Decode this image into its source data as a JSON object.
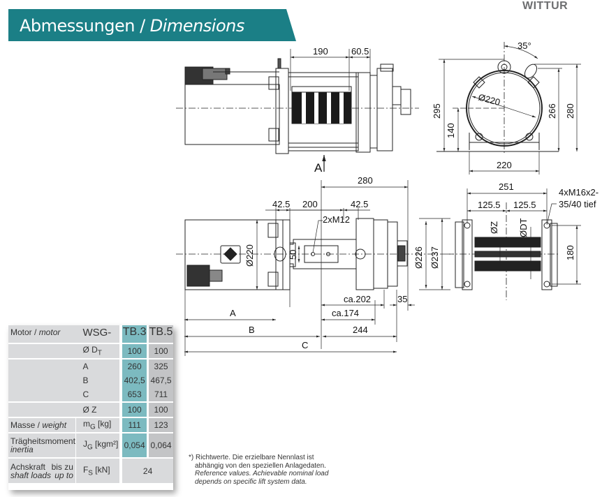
{
  "header": {
    "title_de": "Abmessungen",
    "separator": " / ",
    "title_en": "Dimensions",
    "banner_color": "#1b7f86"
  },
  "logo": {
    "text": "WITTUR"
  },
  "drawing": {
    "side_view": {
      "dims": [
        "190",
        "60.5"
      ],
      "view_marker": "A"
    },
    "front_view": {
      "dims": [
        "35°",
        "Ø220",
        "295",
        "140",
        "266",
        "280",
        "220"
      ]
    },
    "top_view": {
      "dims": [
        "280",
        "42.5",
        "200",
        "42.5",
        "2xM12",
        "Ø220",
        "50",
        "Ø226",
        "Ø237",
        "ca.202",
        "35",
        "ca.174",
        "244",
        "A",
        "B",
        "C"
      ]
    },
    "view_a": {
      "dims": [
        "251",
        "125.5",
        "125.5",
        "4xM16x2-",
        "35/40 tief",
        "ØZ",
        "ØDT",
        "180"
      ]
    }
  },
  "table": {
    "header": {
      "label_de": "Motor / ",
      "label_en": "motor",
      "symbol": "WSG-",
      "col1": "TB.3",
      "col2": "TB.5"
    },
    "rows": [
      {
        "label_de": "",
        "label_en": "",
        "symbol": "Ø D",
        "sub": "T",
        "unit": "",
        "tb3": "100",
        "tb5": "100"
      },
      {
        "label_de": "",
        "label_en": "",
        "symbol": "A",
        "sub": "",
        "unit": "",
        "tb3": "260",
        "tb5": "325"
      },
      {
        "label_de": "",
        "label_en": "",
        "symbol": "B",
        "sub": "",
        "unit": "",
        "tb3": "402,5",
        "tb5": "467,5"
      },
      {
        "label_de": "",
        "label_en": "",
        "symbol": "C",
        "sub": "",
        "unit": "",
        "tb3": "653",
        "tb5": "711"
      },
      {
        "label_de": "",
        "label_en": "",
        "symbol": "Ø Z",
        "sub": "",
        "unit": "",
        "tb3": "100",
        "tb5": "100"
      },
      {
        "label_de": "Masse / ",
        "label_en": "weight",
        "symbol": "m",
        "sub": "G",
        "unit": " [kg]",
        "tb3": "111",
        "tb5": "123"
      },
      {
        "label_de": "Trägheitsmoment",
        "label_en": "inertia",
        "symbol": "J",
        "sub": "G",
        "unit": " [kgm²]",
        "tb3": "0,054",
        "tb5": "0,064"
      },
      {
        "label_de": "Achskraft",
        "label_de2": "bis zu",
        "label_en": "shaft loads",
        "label_en2": "up to",
        "symbol": "F",
        "sub": "S",
        "unit": "  [kN]",
        "span": "24"
      }
    ],
    "colors": {
      "tb3": "#7cbac0",
      "tb5": "#c3c4c6",
      "label_bg": "#d9dadc"
    }
  },
  "note": {
    "marker": "*) ",
    "line1_de": "Richtwerte. Die erzielbare Nennlast ist",
    "line2_de": "abhängig von den speziellen Anlagedaten.",
    "line3_en": "Reference values. Achievable nominal load",
    "line4_en": "depends on specific lift system data."
  }
}
